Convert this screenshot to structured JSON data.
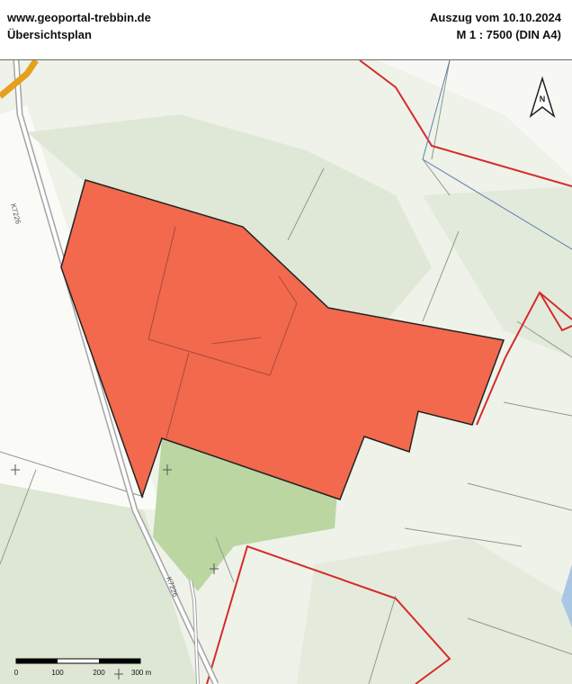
{
  "header": {
    "website": "www.geoportal-trebbin.de",
    "plan_title": "Übersichtsplan",
    "extract_date": "Auszug vom 10.10.2024",
    "scale": "M 1 : 7500 (DIN A4)"
  },
  "map": {
    "north_arrow_label": "N",
    "road_label": "K7226",
    "scalebar_labels": [
      "0",
      "100",
      "200",
      "300 m"
    ],
    "colors": {
      "highlighted_parcel": "#f2694d",
      "boundary_line": "#d62b2b",
      "field": "#e8eee2",
      "forest": "#d8e3cf",
      "meadow": "#bcd6a2",
      "road": "#9a9a9a",
      "water": "#a9c7e4"
    }
  }
}
